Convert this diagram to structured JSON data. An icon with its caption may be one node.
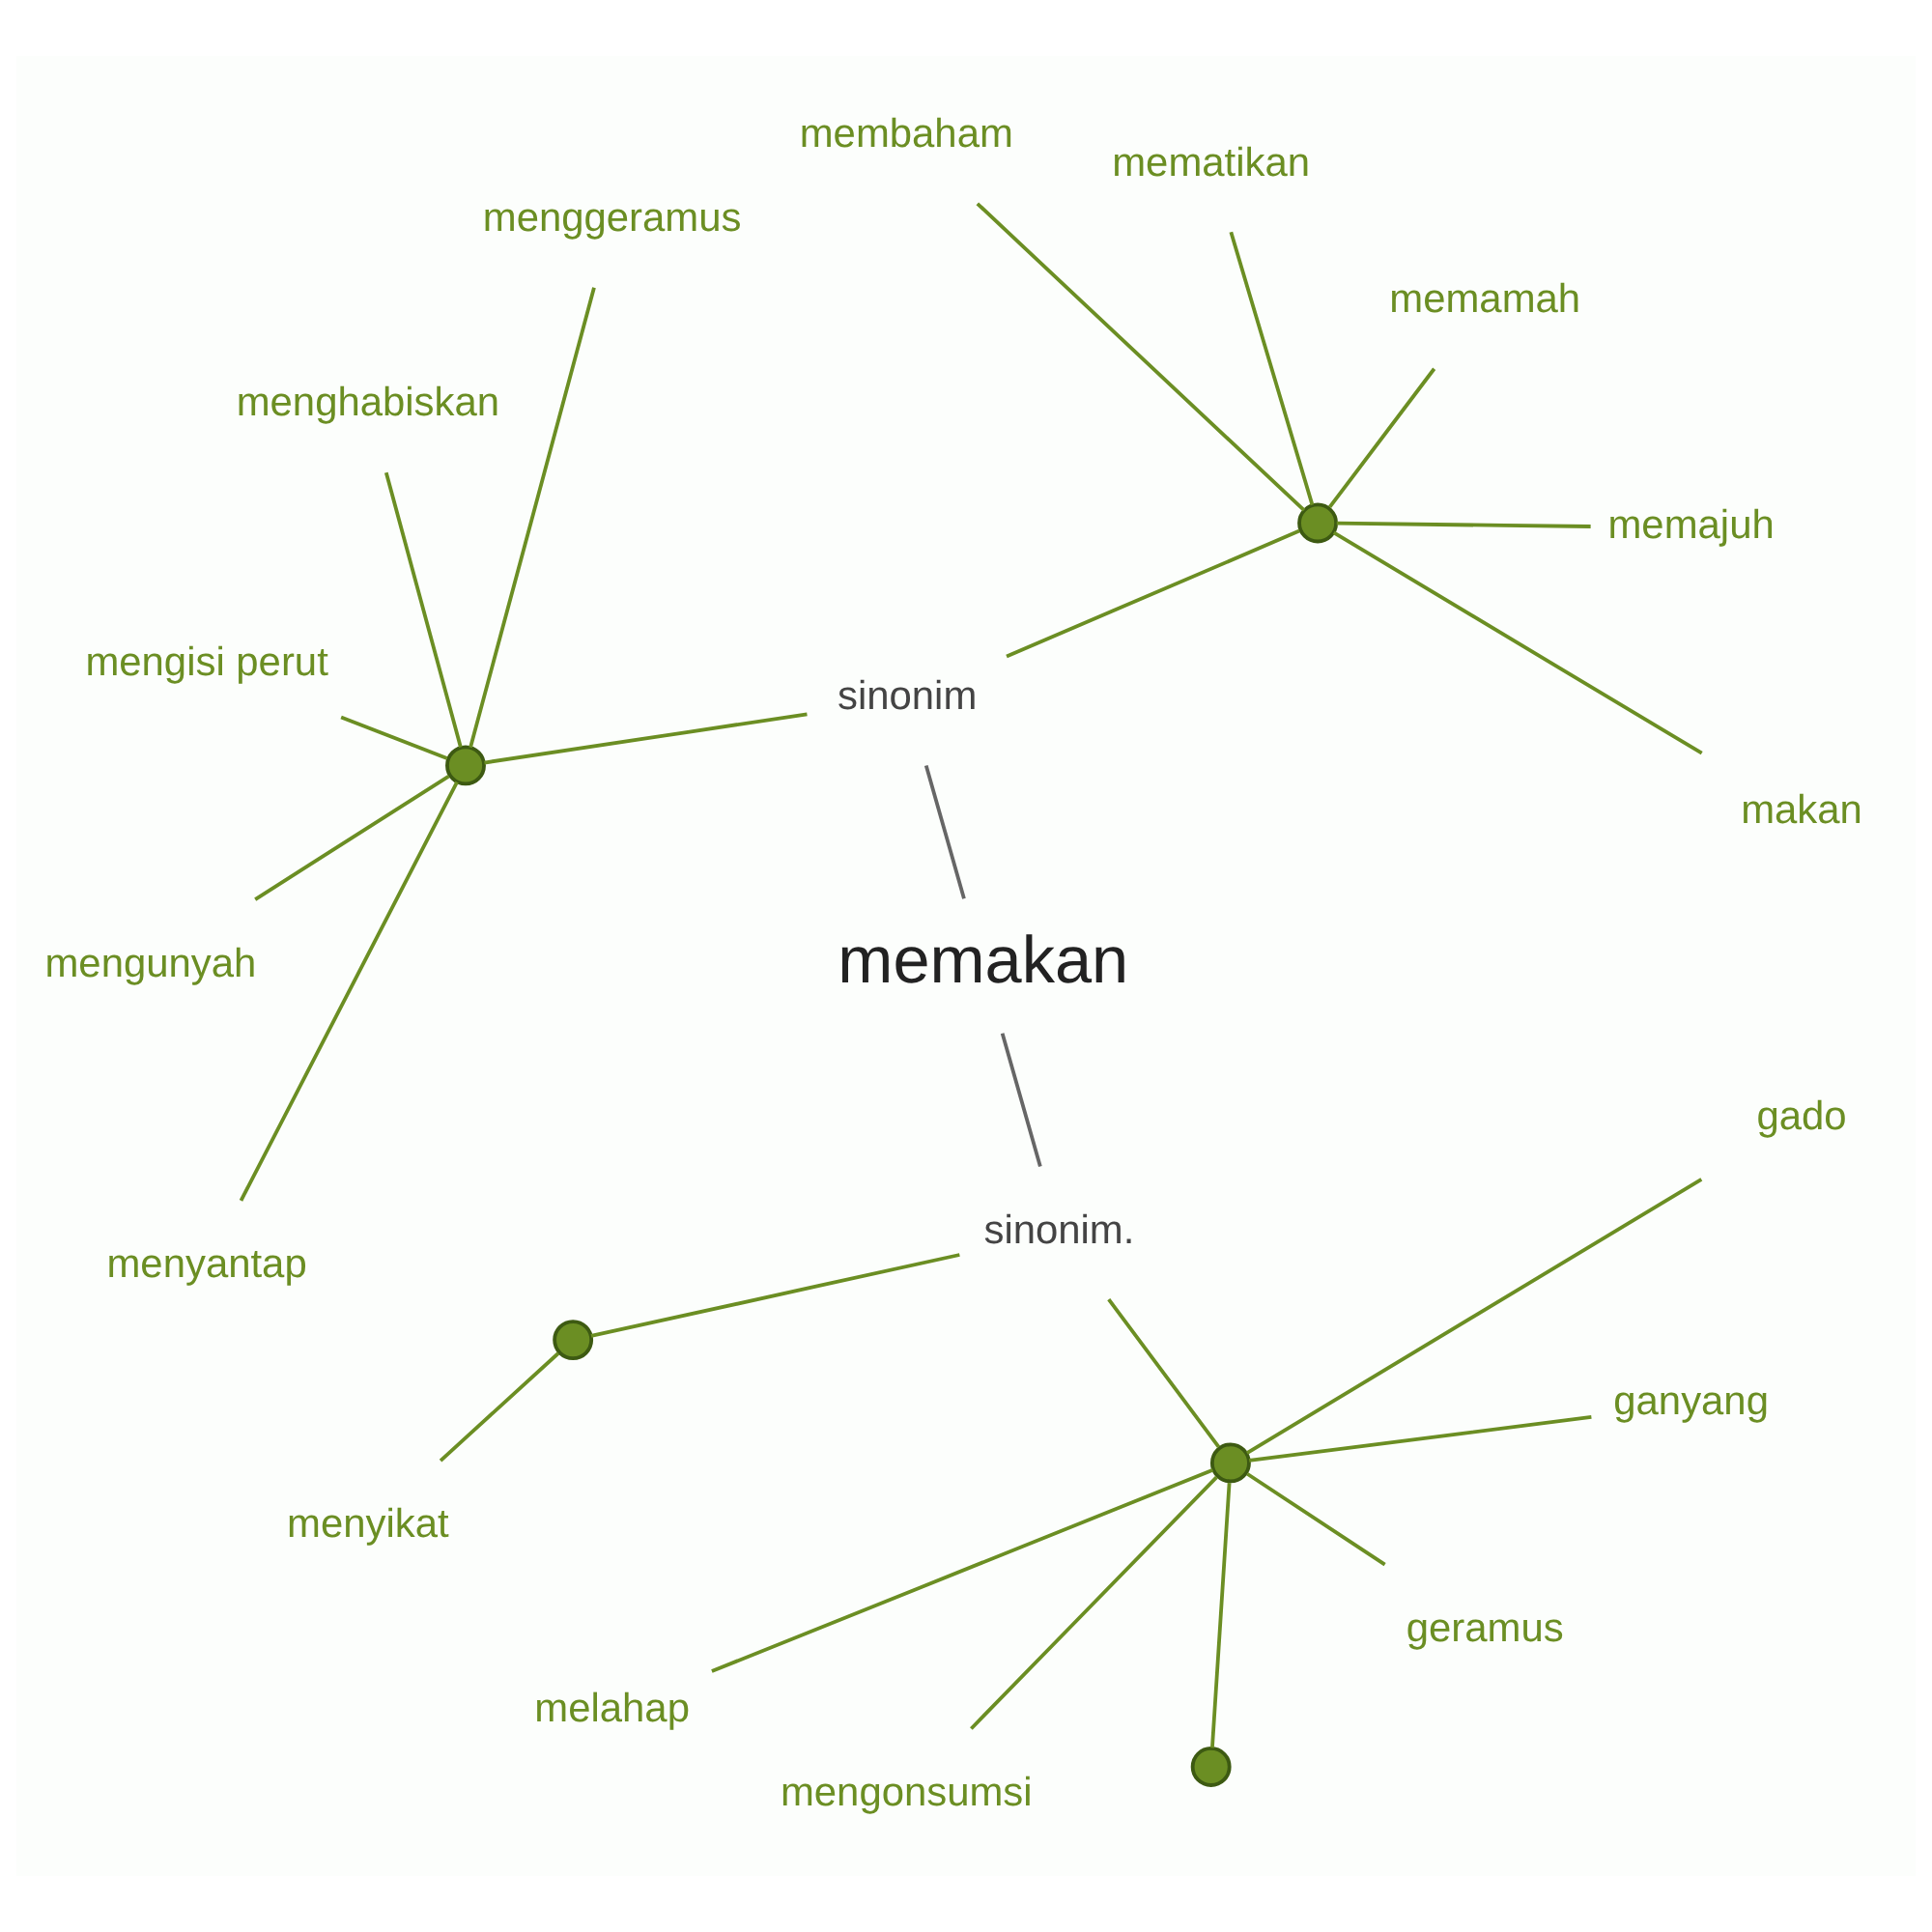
{
  "diagram": {
    "nodes": [
      {
        "text": [
          "memakan"
        ]
      },
      {
        "text": [
          "sinonim"
        ]
      },
      {
        "text": [
          "sinonim."
        ]
      },
      {
        "text": [],
        "shape": "circle"
      },
      {
        "text": [
          "makan"
        ]
      },
      {
        "text": [
          "memajuh"
        ]
      },
      {
        "text": [
          "memamah"
        ]
      },
      {
        "text": [
          "mematikan"
        ]
      },
      {
        "text": [
          "membaham"
        ]
      },
      {
        "text": [],
        "shape": "circle"
      },
      {
        "text": [
          "menggeramus"
        ]
      },
      {
        "text": [
          "menghabiskan"
        ]
      },
      {
        "text": [
          "mengisi perut"
        ]
      },
      {
        "text": [
          "mengunyah"
        ]
      },
      {
        "text": [
          "menyantap"
        ]
      },
      {
        "text": [],
        "shape": "circle"
      },
      {
        "text": [
          "menyikat"
        ]
      },
      {
        "text": [],
        "shape": "circle"
      },
      {
        "text": [
          "melahap"
        ]
      },
      {
        "text": [
          "mengonsumsi"
        ]
      },
      {
        "text": [],
        "shape": "circle"
      },
      {
        "text": [
          "geramus"
        ]
      },
      {
        "text": [
          "ganyang"
        ]
      },
      {
        "text": [
          "gado"
        ]
      }
    ],
    "edges": [
      {
        "from": 0,
        "to": 1,
        "arrow": "none",
        "color": "#666666"
      },
      {
        "from": 0,
        "to": 2,
        "arrow": "none",
        "color": "#666666"
      },
      {
        "from": 1,
        "to": 3,
        "arrow": "none"
      },
      {
        "from": 3,
        "to": 4,
        "arrow": "none"
      },
      {
        "from": 3,
        "to": 5,
        "arrow": "none"
      },
      {
        "from": 3,
        "to": 6,
        "arrow": "none"
      },
      {
        "from": 3,
        "to": 7,
        "arrow": "none"
      },
      {
        "from": 3,
        "to": 8,
        "arrow": "none"
      },
      {
        "from": 1,
        "to": 9,
        "arrow": "none"
      },
      {
        "from": 9,
        "to": 10,
        "arrow": "none"
      },
      {
        "from": 9,
        "to": 11,
        "arrow": "none"
      },
      {
        "from": 9,
        "to": 12,
        "arrow": "none"
      },
      {
        "from": 9,
        "to": 13,
        "arrow": "none"
      },
      {
        "from": 9,
        "to": 14,
        "arrow": "none"
      },
      {
        "from": 2,
        "to": 15,
        "arrow": "none"
      },
      {
        "from": 15,
        "to": 16,
        "arrow": "none"
      },
      {
        "from": 2,
        "to": 17,
        "arrow": "none"
      },
      {
        "from": 17,
        "to": 18,
        "arrow": "none"
      },
      {
        "from": 17,
        "to": 19,
        "arrow": "none"
      },
      {
        "from": 17,
        "to": 20,
        "arrow": "none"
      },
      {
        "from": 17,
        "to": 21,
        "arrow": "none"
      },
      {
        "from": 17,
        "to": 22,
        "arrow": "none"
      },
      {
        "from": 17,
        "to": 23,
        "arrow": "none"
      }
    ]
  }
}
